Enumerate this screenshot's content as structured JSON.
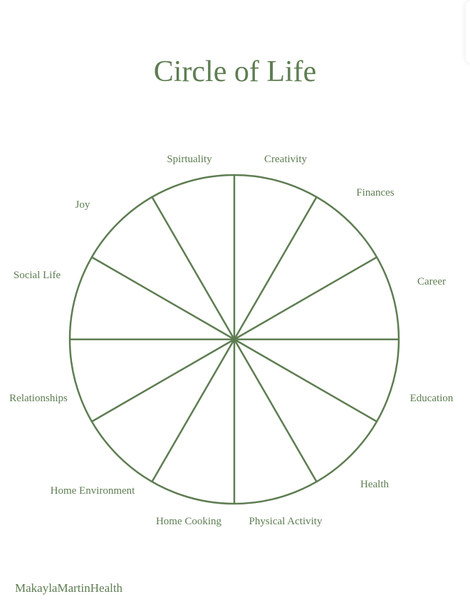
{
  "title": "Circle of Life",
  "brand": "MakaylaMartinHealth",
  "colors": {
    "accent": "#5e7d52",
    "background": "#ffffff"
  },
  "wheel": {
    "segment_count": 12,
    "segments": [
      {
        "label": "Creativity"
      },
      {
        "label": "Finances"
      },
      {
        "label": "Career"
      },
      {
        "label": "Education"
      },
      {
        "label": "Health"
      },
      {
        "label": "Physical Activity"
      },
      {
        "label": "Home Cooking"
      },
      {
        "label": "Home Environment"
      },
      {
        "label": "Relationships"
      },
      {
        "label": "Social Life"
      },
      {
        "label": "Joy"
      },
      {
        "label": "Spirtuality"
      }
    ]
  }
}
